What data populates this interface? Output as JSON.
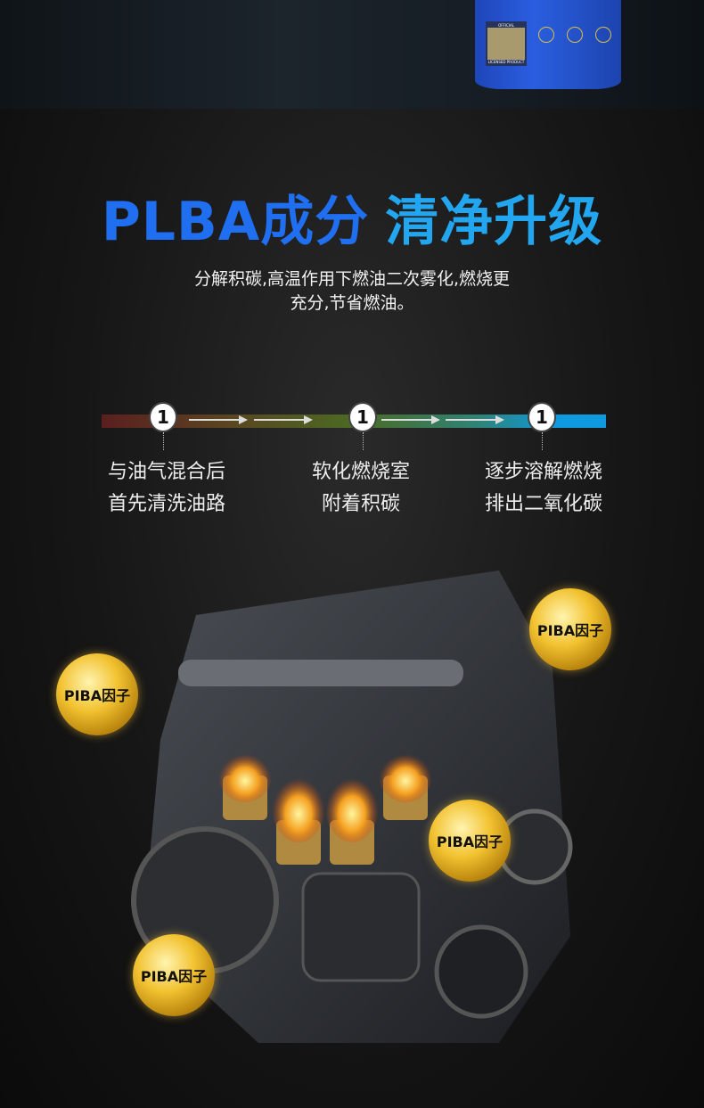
{
  "product": {
    "badge_top": "OFFICIAL",
    "badge_bottom": "LICENSED PRODUCT"
  },
  "title": {
    "part1": "PLBA成分",
    "part2": "清净升级"
  },
  "description": {
    "line1": "分解积碳,高温作用下燃油二次雾化,燃烧更",
    "line2": "充分,节省燃油。"
  },
  "steps": [
    {
      "number": "1",
      "line1": "与油气混合后",
      "line2": "首先清洗油路"
    },
    {
      "number": "1",
      "line1": "软化燃烧室",
      "line2": "附着积碳"
    },
    {
      "number": "1",
      "line1": "逐步溶解燃烧",
      "line2": "排出二氧化碳"
    }
  ],
  "factor_label": "PIBA因子",
  "colors": {
    "title_blue": "#1f6ff0",
    "title_cyan": "#22a6f0",
    "gold": "#f2c230"
  }
}
